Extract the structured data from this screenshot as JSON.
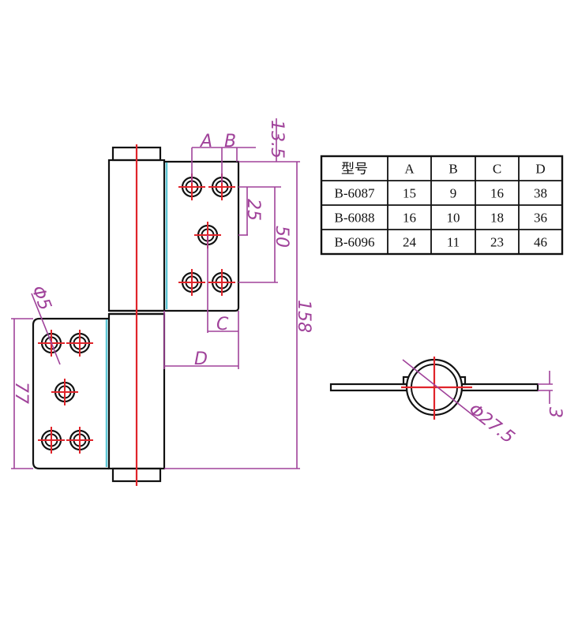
{
  "colors": {
    "outline": "#111111",
    "centerline": "#e0242a",
    "dimension": "#a0429a",
    "edge_highlight": "#5fc7d6"
  },
  "dimensions": {
    "a": "A",
    "b": "B",
    "c": "C",
    "d": "D",
    "offset": "13.5",
    "hole_pitch": "25",
    "hole_span": "50",
    "total_height": "158",
    "leaf_height": "77",
    "hole_dia": "Φ5",
    "barrel_dia": "Φ27.5",
    "thickness": "3"
  },
  "spec_table": {
    "headers": [
      "型号",
      "A",
      "B",
      "C",
      "D"
    ],
    "rows": [
      [
        "B-6087",
        "15",
        "9",
        "16",
        "38"
      ],
      [
        "B-6088",
        "16",
        "10",
        "18",
        "36"
      ],
      [
        "B-6096",
        "24",
        "11",
        "23",
        "46"
      ]
    ]
  }
}
